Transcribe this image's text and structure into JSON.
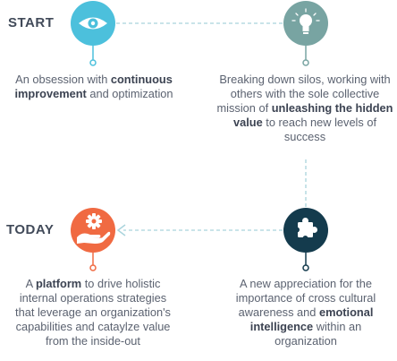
{
  "stages": {
    "start": {
      "label": "START"
    },
    "today": {
      "label": "TODAY"
    }
  },
  "steps": {
    "continuous": {
      "icon": "eye-icon",
      "color": "#4cc0dc",
      "text": [
        {
          "t": "An obsession with ",
          "b": false
        },
        {
          "t": "continuous improvement",
          "b": true
        },
        {
          "t": " and optimization",
          "b": false
        }
      ]
    },
    "silos": {
      "icon": "lightbulb-icon",
      "color": "#78a4a2",
      "text": [
        {
          "t": "Breaking down silos, working with others with the sole collective mission of ",
          "b": false
        },
        {
          "t": "unleashing the hidden value",
          "b": true
        },
        {
          "t": " to reach new levels of success",
          "b": false
        }
      ]
    },
    "cultural": {
      "icon": "puzzle-icon",
      "color": "#143b4d",
      "text": [
        {
          "t": "A new appreciation for the importance of cross cultural awareness and ",
          "b": false
        },
        {
          "t": "emotional intelligence",
          "b": true
        },
        {
          "t": " within an organization",
          "b": false
        }
      ]
    },
    "platform": {
      "icon": "hand-gear-icon",
      "color": "#f06a42",
      "text": [
        {
          "t": "A ",
          "b": false
        },
        {
          "t": "platform",
          "b": true
        },
        {
          "t": " to drive holistic internal operations strategies that leverage an organization's capabilities and cataylze value from the inside-out",
          "b": false
        }
      ]
    }
  },
  "colors": {
    "connector": "#a9d4dc",
    "label_text": "#414a59",
    "body_text": "#5b6270"
  }
}
